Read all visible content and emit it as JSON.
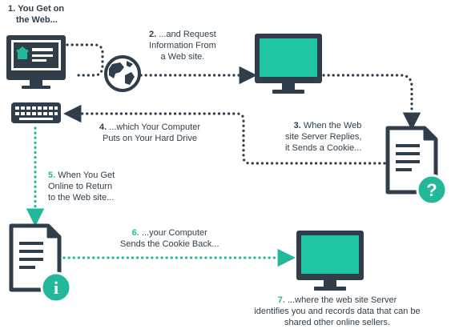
{
  "colors": {
    "dark": "#2f3e4a",
    "teal": "#23b89a",
    "teal_light": "#1fc4a0",
    "white": "#ffffff"
  },
  "steps": [
    {
      "num": "1.",
      "lines": [
        "You Get on",
        "the Web..."
      ]
    },
    {
      "num": "2.",
      "lines": [
        "...and Request",
        "Information From",
        "a Web site."
      ]
    },
    {
      "num": "3.",
      "lines": [
        "When the Web",
        "site Server Replies,",
        "it Sends a Cookie..."
      ]
    },
    {
      "num": "4.",
      "lines": [
        "...which Your Computer",
        "Puts on Your Hard Drive"
      ]
    },
    {
      "num": "5.",
      "lines": [
        "When You Get",
        "Online to Return",
        "to the Web site..."
      ]
    },
    {
      "num": "6.",
      "lines": [
        "...your Computer",
        "Sends the Cookie Back..."
      ]
    },
    {
      "num": "7.",
      "lines": [
        "...where the web site Server",
        "identifies you and records data that can be",
        "shared other online sellers."
      ]
    }
  ],
  "icons": {
    "question_mark": "?",
    "info_mark": "i"
  }
}
